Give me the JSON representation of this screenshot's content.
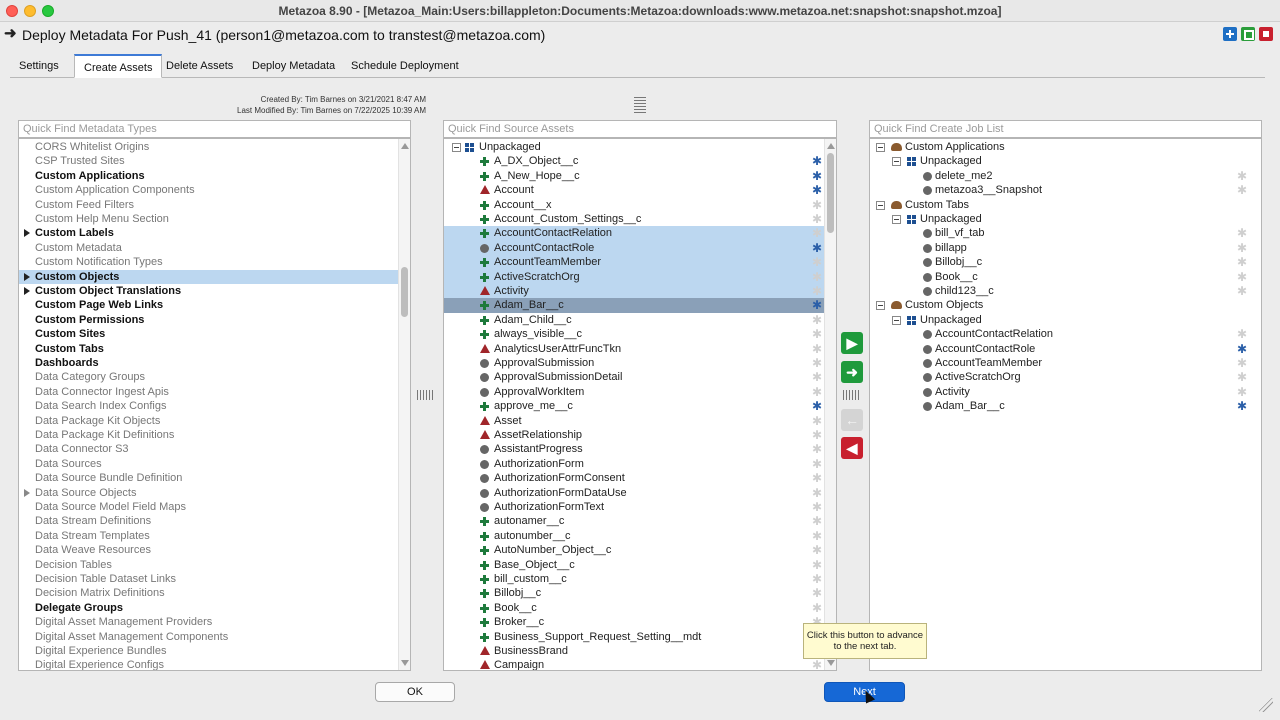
{
  "window": {
    "title": "Metazoa 8.90 - [Metazoa_Main:Users:billappleton:Documents:Metazoa:downloads:www.metazoa.net:snapshot:snapshot.mzoa]"
  },
  "header": {
    "arrow": "➜",
    "title": "Deploy Metadata For Push_41 (person1@metazoa.com to transtest@metazoa.com)"
  },
  "tabs": [
    {
      "label": "Settings"
    },
    {
      "label": "Create Assets"
    },
    {
      "label": "Delete Assets"
    },
    {
      "label": "Deploy Metadata"
    },
    {
      "label": "Schedule Deployment"
    }
  ],
  "meta": {
    "created": "Created By: Tim Barnes on 3/21/2021 8:47 AM",
    "modified": "Last Modified By: Tim Barnes on 7/22/2025 10:39 AM"
  },
  "types_panel": {
    "placeholder": "Quick Find Metadata Types",
    "items": [
      {
        "label": "CORS Whitelist Origins",
        "bold": false,
        "arrow": false
      },
      {
        "label": "CSP Trusted Sites",
        "bold": false,
        "arrow": false
      },
      {
        "label": "Custom Applications",
        "bold": true,
        "arrow": false
      },
      {
        "label": "Custom Application Components",
        "bold": false,
        "arrow": false
      },
      {
        "label": "Custom Feed Filters",
        "bold": false,
        "arrow": false
      },
      {
        "label": "Custom Help Menu Section",
        "bold": false,
        "arrow": false
      },
      {
        "label": "Custom Labels",
        "bold": true,
        "arrow": true
      },
      {
        "label": "Custom Metadata",
        "bold": false,
        "arrow": false
      },
      {
        "label": "Custom Notification Types",
        "bold": false,
        "arrow": false
      },
      {
        "label": "Custom Objects",
        "bold": true,
        "arrow": true,
        "selected": true
      },
      {
        "label": "Custom Object Translations",
        "bold": true,
        "arrow": true
      },
      {
        "label": "Custom Page Web Links",
        "bold": true,
        "arrow": false
      },
      {
        "label": "Custom Permissions",
        "bold": true,
        "arrow": false
      },
      {
        "label": "Custom Sites",
        "bold": true,
        "arrow": false
      },
      {
        "label": "Custom Tabs",
        "bold": true,
        "arrow": false
      },
      {
        "label": "Dashboards",
        "bold": true,
        "arrow": false
      },
      {
        "label": "Data Category Groups",
        "bold": false,
        "arrow": false
      },
      {
        "label": "Data Connector Ingest Apis",
        "bold": false,
        "arrow": false
      },
      {
        "label": "Data Search Index Configs",
        "bold": false,
        "arrow": false
      },
      {
        "label": "Data Package Kit Objects",
        "bold": false,
        "arrow": false
      },
      {
        "label": "Data Package Kit Definitions",
        "bold": false,
        "arrow": false
      },
      {
        "label": "Data Connector S3",
        "bold": false,
        "arrow": false
      },
      {
        "label": "Data Sources",
        "bold": false,
        "arrow": false
      },
      {
        "label": "Data Source Bundle Definition",
        "bold": false,
        "arrow": false
      },
      {
        "label": "Data Source Objects",
        "bold": false,
        "arrow": true
      },
      {
        "label": "Data Source Model Field Maps",
        "bold": false,
        "arrow": false
      },
      {
        "label": "Data Stream Definitions",
        "bold": false,
        "arrow": false
      },
      {
        "label": "Data Stream Templates",
        "bold": false,
        "arrow": false
      },
      {
        "label": "Data Weave Resources",
        "bold": false,
        "arrow": false
      },
      {
        "label": "Decision Tables",
        "bold": false,
        "arrow": false
      },
      {
        "label": "Decision Table Dataset Links",
        "bold": false,
        "arrow": false
      },
      {
        "label": "Decision Matrix Definitions",
        "bold": false,
        "arrow": false
      },
      {
        "label": "Delegate Groups",
        "bold": true,
        "arrow": false
      },
      {
        "label": "Digital Asset Management Providers",
        "bold": false,
        "arrow": false
      },
      {
        "label": "Digital Asset Management Components",
        "bold": false,
        "arrow": false
      },
      {
        "label": "Digital Experience Bundles",
        "bold": false,
        "arrow": false
      },
      {
        "label": "Digital Experience Configs",
        "bold": false,
        "arrow": false
      }
    ]
  },
  "source_panel": {
    "placeholder": "Quick Find Source Assets",
    "root": "Unpackaged",
    "items": [
      {
        "label": "A_DX_Object__c",
        "icon": "plus",
        "star": "blue",
        "sel": ""
      },
      {
        "label": "A_New_Hope__c",
        "icon": "plus",
        "star": "blue",
        "sel": ""
      },
      {
        "label": "Account",
        "icon": "triangle",
        "star": "blue",
        "sel": ""
      },
      {
        "label": "Account__x",
        "icon": "plus",
        "star": "gray",
        "sel": ""
      },
      {
        "label": "Account_Custom_Settings__c",
        "icon": "plus",
        "star": "gray",
        "sel": ""
      },
      {
        "label": "AccountContactRelation",
        "icon": "plus",
        "star": "gray",
        "sel": "sel"
      },
      {
        "label": "AccountContactRole",
        "icon": "circle",
        "star": "blue",
        "sel": "sel"
      },
      {
        "label": "AccountTeamMember",
        "icon": "plus",
        "star": "gray",
        "sel": "sel"
      },
      {
        "label": "ActiveScratchOrg",
        "icon": "plus",
        "star": "gray",
        "sel": "sel"
      },
      {
        "label": "Activity",
        "icon": "triangle",
        "star": "gray",
        "sel": "sel"
      },
      {
        "label": "Adam_Bar__c",
        "icon": "plus",
        "star": "blue",
        "sel": "dsel"
      },
      {
        "label": "Adam_Child__c",
        "icon": "plus",
        "star": "gray",
        "sel": ""
      },
      {
        "label": "always_visible__c",
        "icon": "plus",
        "star": "gray",
        "sel": ""
      },
      {
        "label": "AnalyticsUserAttrFuncTkn",
        "icon": "triangle",
        "star": "gray",
        "sel": ""
      },
      {
        "label": "ApprovalSubmission",
        "icon": "circle",
        "star": "gray",
        "sel": ""
      },
      {
        "label": "ApprovalSubmissionDetail",
        "icon": "circle",
        "star": "gray",
        "sel": ""
      },
      {
        "label": "ApprovalWorkItem",
        "icon": "circle",
        "star": "gray",
        "sel": ""
      },
      {
        "label": "approve_me__c",
        "icon": "plus",
        "star": "blue",
        "sel": ""
      },
      {
        "label": "Asset",
        "icon": "triangle",
        "star": "gray",
        "sel": ""
      },
      {
        "label": "AssetRelationship",
        "icon": "triangle",
        "star": "gray",
        "sel": ""
      },
      {
        "label": "AssistantProgress",
        "icon": "circle",
        "star": "gray",
        "sel": ""
      },
      {
        "label": "AuthorizationForm",
        "icon": "circle",
        "star": "gray",
        "sel": ""
      },
      {
        "label": "AuthorizationFormConsent",
        "icon": "circle",
        "star": "gray",
        "sel": ""
      },
      {
        "label": "AuthorizationFormDataUse",
        "icon": "circle",
        "star": "gray",
        "sel": ""
      },
      {
        "label": "AuthorizationFormText",
        "icon": "circle",
        "star": "gray",
        "sel": ""
      },
      {
        "label": "autonamer__c",
        "icon": "plus",
        "star": "gray",
        "sel": ""
      },
      {
        "label": "autonumber__c",
        "icon": "plus",
        "star": "gray",
        "sel": ""
      },
      {
        "label": "AutoNumber_Object__c",
        "icon": "plus",
        "star": "gray",
        "sel": ""
      },
      {
        "label": "Base_Object__c",
        "icon": "plus",
        "star": "gray",
        "sel": ""
      },
      {
        "label": "bill_custom__c",
        "icon": "plus",
        "star": "gray",
        "sel": ""
      },
      {
        "label": "Billobj__c",
        "icon": "plus",
        "star": "gray",
        "sel": ""
      },
      {
        "label": "Book__c",
        "icon": "plus",
        "star": "gray",
        "sel": ""
      },
      {
        "label": "Broker__c",
        "icon": "plus",
        "star": "gray",
        "sel": ""
      },
      {
        "label": "Business_Support_Request_Setting__mdt",
        "icon": "plus",
        "star": "gray",
        "sel": ""
      },
      {
        "label": "BusinessBrand",
        "icon": "triangle",
        "star": "gray",
        "sel": ""
      },
      {
        "label": "Campaign",
        "icon": "triangle",
        "star": "gray",
        "sel": ""
      }
    ]
  },
  "job_panel": {
    "placeholder": "Quick Find Create Job List",
    "rows": [
      {
        "label": "Custom Applications",
        "level": 0,
        "icon": "folder",
        "star": ""
      },
      {
        "label": "Unpackaged",
        "level": 1,
        "icon": "grid",
        "star": ""
      },
      {
        "label": "delete_me2",
        "level": 2,
        "icon": "circle",
        "star": "gray"
      },
      {
        "label": "metazoa3__Snapshot",
        "level": 2,
        "icon": "circle",
        "star": "gray"
      },
      {
        "label": "Custom Tabs",
        "level": 0,
        "icon": "folder",
        "star": ""
      },
      {
        "label": "Unpackaged",
        "level": 1,
        "icon": "grid",
        "star": ""
      },
      {
        "label": "bill_vf_tab",
        "level": 2,
        "icon": "circle",
        "star": "gray"
      },
      {
        "label": "billapp",
        "level": 2,
        "icon": "circle",
        "star": "gray"
      },
      {
        "label": "Billobj__c",
        "level": 2,
        "icon": "circle",
        "star": "gray"
      },
      {
        "label": "Book__c",
        "level": 2,
        "icon": "circle",
        "star": "gray"
      },
      {
        "label": "child123__c",
        "level": 2,
        "icon": "circle",
        "star": "gray"
      },
      {
        "label": "Custom Objects",
        "level": 0,
        "icon": "folder",
        "star": ""
      },
      {
        "label": "Unpackaged",
        "level": 1,
        "icon": "grid",
        "star": ""
      },
      {
        "label": "AccountContactRelation",
        "level": 2,
        "icon": "circle",
        "star": "gray"
      },
      {
        "label": "AccountContactRole",
        "level": 2,
        "icon": "circle",
        "star": "blue"
      },
      {
        "label": "AccountTeamMember",
        "level": 2,
        "icon": "circle",
        "star": "gray"
      },
      {
        "label": "ActiveScratchOrg",
        "level": 2,
        "icon": "circle",
        "star": "gray"
      },
      {
        "label": "Activity",
        "level": 2,
        "icon": "circle",
        "star": "gray"
      },
      {
        "label": "Adam_Bar__c",
        "level": 2,
        "icon": "circle",
        "star": "blue"
      }
    ]
  },
  "buttons": {
    "ok": "OK",
    "next": "Next"
  },
  "tooltip": {
    "text": "Click this button to advance to the next tab."
  },
  "colors": {
    "accent": "#1668d6",
    "selection": "#bcd7f0",
    "selection_dark": "#8aa0b8",
    "add": "#1f9a3c",
    "remove": "#c8202e"
  }
}
